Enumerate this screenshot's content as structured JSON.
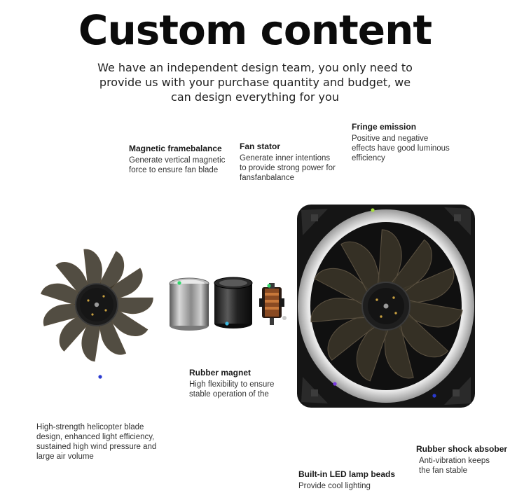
{
  "heading": "Custom content",
  "subtitle_lines": [
    "We have an independent design team, you only need to",
    "provide us with your purchase quantity and budget, we",
    "can design everything for you"
  ],
  "callouts": {
    "magnetic_frame": {
      "title": "Magnetic framebalance",
      "lines": [
        "Generate vertical magnetic",
        "force to ensure fan blade"
      ]
    },
    "fan_stator": {
      "title": "Fan stator",
      "lines": [
        "Generate inner intentions",
        "to provide strong power for",
        "fansfanbalance"
      ]
    },
    "fringe_emission": {
      "title": "Fringe emission",
      "lines": [
        "Positive and negative",
        "effects have good luminous",
        "efficiency"
      ]
    },
    "rubber_magnet": {
      "title": "Rubber magnet",
      "lines": [
        "High flexibility to ensure",
        "stable operation of the"
      ]
    },
    "blade": {
      "lines": [
        "High-strength helicopter blade",
        "design, enhanced light efficiency,",
        "sustained high wind pressure and",
        "large air volume"
      ]
    },
    "rubber_shock": {
      "title": "Rubber shock absober",
      "lines": [
        "Anti-vibration keeps",
        "the fan stable"
      ]
    },
    "led_beads": {
      "title": "Built-in LED lamp beads",
      "lines": [
        "Provide cool lighting"
      ]
    }
  },
  "colors": {
    "line_green": "#2fd86a",
    "line_yellow": "#d8e83a",
    "line_cyan": "#3bb8e0",
    "line_blue": "#2a3ad0",
    "line_violet": "#6a3ad8",
    "blade": "#3a3428",
    "frame": "#151515"
  }
}
